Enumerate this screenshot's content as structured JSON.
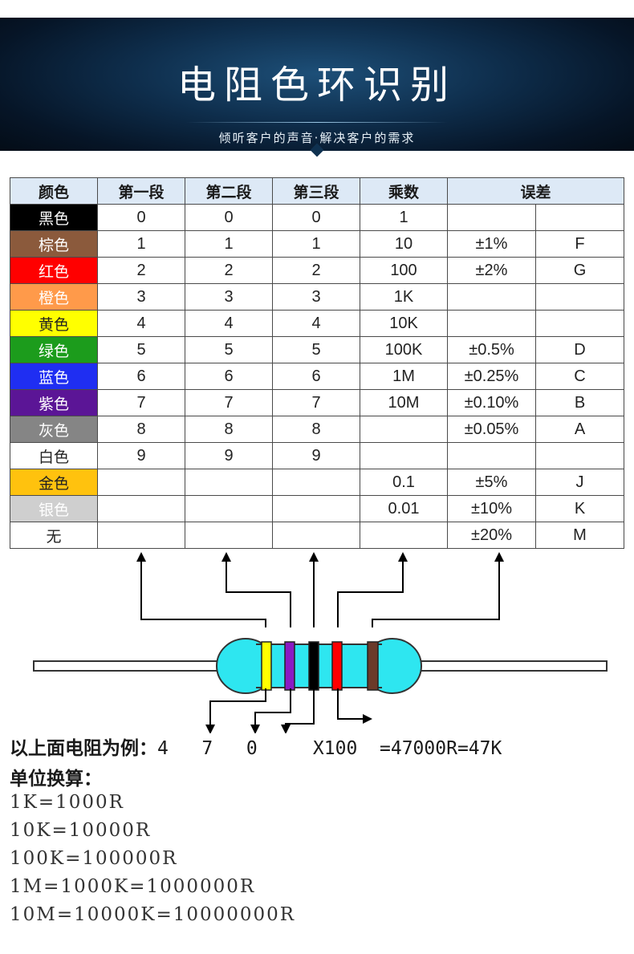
{
  "banner": {
    "title": "电阻色环识别",
    "subtitle": "倾听客户的声音·解决客户的需求"
  },
  "table": {
    "headers": [
      "颜色",
      "第一段",
      "第二段",
      "第三段",
      "乘数",
      "误差"
    ],
    "rows": [
      {
        "name": "黑色",
        "bg": "#000000",
        "fg": "#ffffff",
        "d1": "0",
        "d2": "0",
        "d3": "0",
        "mult": "1",
        "tol": "",
        "code": ""
      },
      {
        "name": "棕色",
        "bg": "#8b5a3c",
        "fg": "#ffffff",
        "d1": "1",
        "d2": "1",
        "d3": "1",
        "mult": "10",
        "tol": "±1%",
        "code": "F"
      },
      {
        "name": "红色",
        "bg": "#ff0000",
        "fg": "#ffffff",
        "d1": "2",
        "d2": "2",
        "d3": "2",
        "mult": "100",
        "tol": "±2%",
        "code": "G"
      },
      {
        "name": "橙色",
        "bg": "#ff9a4a",
        "fg": "#ffffff",
        "d1": "3",
        "d2": "3",
        "d3": "3",
        "mult": "1K",
        "tol": "",
        "code": ""
      },
      {
        "name": "黄色",
        "bg": "#ffff00",
        "fg": "#222222",
        "d1": "4",
        "d2": "4",
        "d3": "4",
        "mult": "10K",
        "tol": "",
        "code": ""
      },
      {
        "name": "绿色",
        "bg": "#1c9c1c",
        "fg": "#ffffff",
        "d1": "5",
        "d2": "5",
        "d3": "5",
        "mult": "100K",
        "tol": "±0.5%",
        "code": "D"
      },
      {
        "name": "蓝色",
        "bg": "#1f2ef2",
        "fg": "#ffffff",
        "d1": "6",
        "d2": "6",
        "d3": "6",
        "mult": "1M",
        "tol": "±0.25%",
        "code": "C"
      },
      {
        "name": "紫色",
        "bg": "#5b1596",
        "fg": "#ffffff",
        "d1": "7",
        "d2": "7",
        "d3": "7",
        "mult": "10M",
        "tol": "±0.10%",
        "code": "B"
      },
      {
        "name": "灰色",
        "bg": "#858585",
        "fg": "#ffffff",
        "d1": "8",
        "d2": "8",
        "d3": "8",
        "mult": "",
        "tol": "±0.05%",
        "code": "A"
      },
      {
        "name": "白色",
        "bg": "#ffffff",
        "fg": "#222222",
        "d1": "9",
        "d2": "9",
        "d3": "9",
        "mult": "",
        "tol": "",
        "code": ""
      },
      {
        "name": "金色",
        "bg": "#ffc20e",
        "fg": "#222222",
        "d1": "",
        "d2": "",
        "d3": "",
        "mult": "0.1",
        "tol": "±5%",
        "code": "J"
      },
      {
        "name": "银色",
        "bg": "#cfcfcf",
        "fg": "#ffffff",
        "d1": "",
        "d2": "",
        "d3": "",
        "mult": "0.01",
        "tol": "±10%",
        "code": "K"
      },
      {
        "name": "无",
        "bg": "#ffffff",
        "fg": "#222222",
        "d1": "",
        "d2": "",
        "d3": "",
        "mult": "",
        "tol": "±20%",
        "code": "M"
      }
    ]
  },
  "resistor": {
    "body_color": "#2ee6f0",
    "band_colors": [
      "#ffff00",
      "#8a1ac4",
      "#000000",
      "#ff0000",
      "#6b3a2a"
    ]
  },
  "example": {
    "label": "以上面电阻为例：",
    "digits": [
      "4",
      "7",
      "0"
    ],
    "multiplier": "X100",
    "result": "=47000R=47K"
  },
  "units": {
    "title": "单位换算：",
    "items": [
      "1K=1000R",
      "10K=10000R",
      "100K=100000R",
      "1M=1000K=1000000R",
      "10M=10000K=10000000R"
    ]
  }
}
